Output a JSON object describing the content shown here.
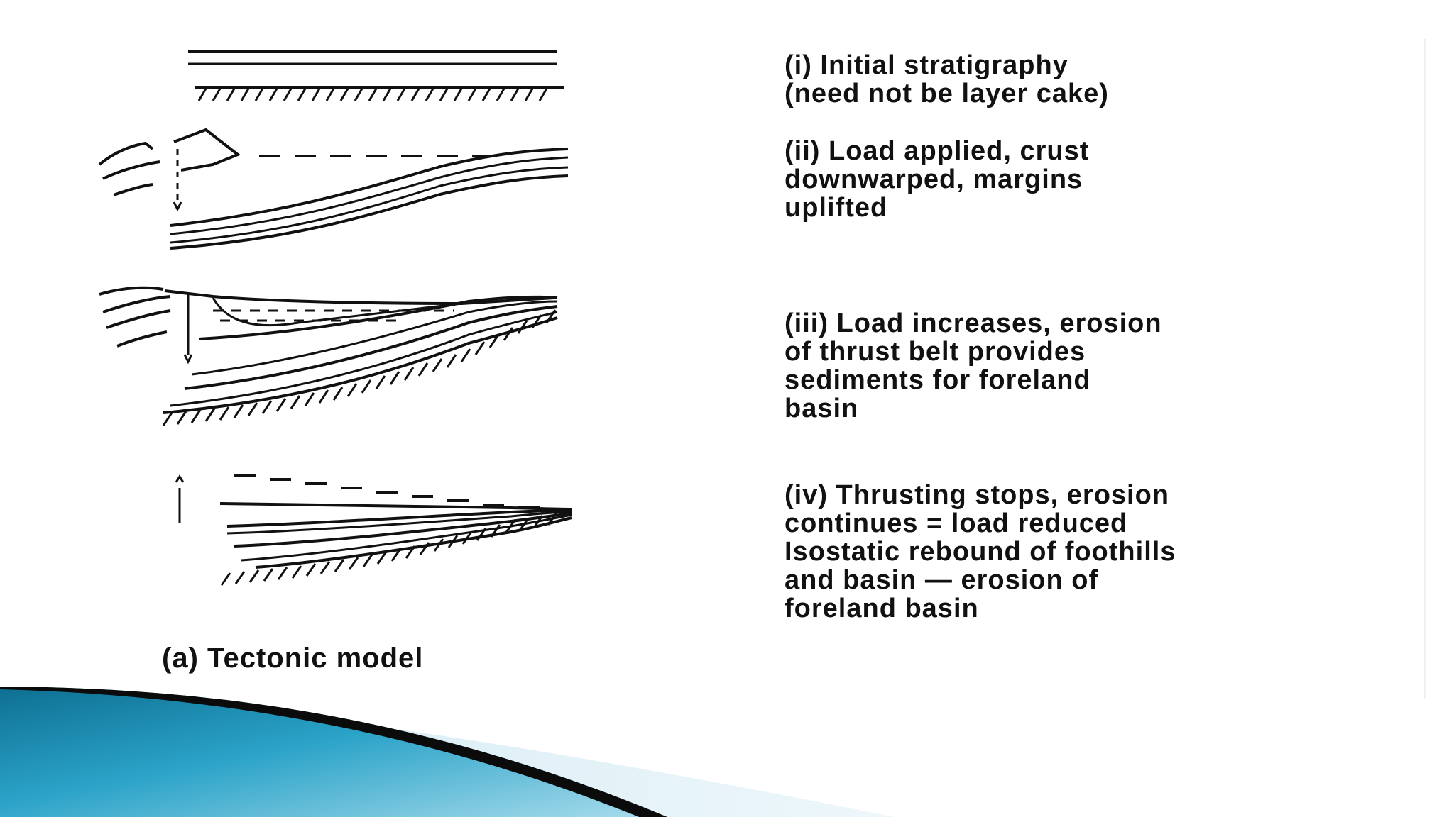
{
  "stages": [
    {
      "id": "i",
      "text": "(i) Initial stratigraphy\n(need not be layer cake)"
    },
    {
      "id": "ii",
      "text": "(ii) Load applied, crust\ndownwarped, margins\nuplifted"
    },
    {
      "id": "iii",
      "text": "(iii) Load increases, erosion\nof thrust belt provides\nsediments for foreland\nbasin"
    },
    {
      "id": "iv",
      "text": "(iv) Thrusting stops, erosion\ncontinues = load reduced\nIsostatic rebound of foothills\nand basin — erosion of\nforeland basin"
    }
  ],
  "caption": "(a) Tectonic model",
  "colors": {
    "ink": "#111111",
    "swoosh_dark": "#0b0b0b",
    "swoosh_teal": "#1b8fb5",
    "swoosh_light": "#7fc8e0"
  }
}
